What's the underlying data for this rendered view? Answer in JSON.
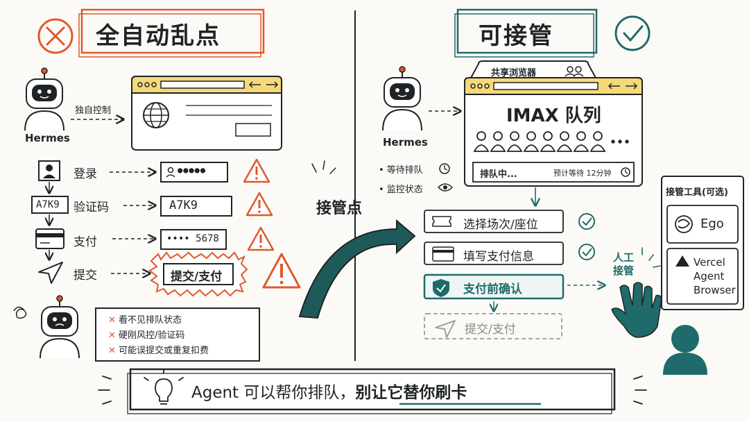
{
  "left": {
    "title": "全自动乱点",
    "agent_name": "Hermes",
    "arrow_label": "独自控制",
    "steps": [
      {
        "label": "登录",
        "field_value": "●●●●●",
        "icon": "user-icon"
      },
      {
        "label": "验证码",
        "icon_text": "A7K9",
        "field_value": "A7K9"
      },
      {
        "label": "支付",
        "field_value": "•••• 5678",
        "icon": "card-icon"
      },
      {
        "label": "提交",
        "field_value": "提交/支付",
        "icon": "send-icon"
      }
    ],
    "problems": [
      "看不见排队状态",
      "硬刚风控/验证码",
      "可能误提交或重复扣费"
    ]
  },
  "center": {
    "label": "接管点"
  },
  "right": {
    "title": "可接管",
    "shared_browser_label": "共享浏览器",
    "agent_name": "Hermes",
    "agent_actions": [
      "• 等待排队",
      "• 监控状态"
    ],
    "queue_title": "IMAX 队列",
    "queue_status": "排队中...",
    "queue_wait": "预计等待 12分钟",
    "flow_steps": [
      "选择场次/座位",
      "填写支付信息",
      "支付前确认",
      "提交/支付"
    ],
    "human_label": "人工\n接管",
    "tools_title": "接管工具(可选)",
    "tools": [
      "Ego",
      "Vercel\nAgent\nBrowser"
    ]
  },
  "banner": {
    "text_part1": "Agent 可以帮你排队，",
    "text_part2": "别让它替你刷卡"
  },
  "colors": {
    "orange": "#e0582c",
    "teal": "#1f6a6a",
    "yellow": "#f5d978",
    "ink": "#1f2326"
  }
}
